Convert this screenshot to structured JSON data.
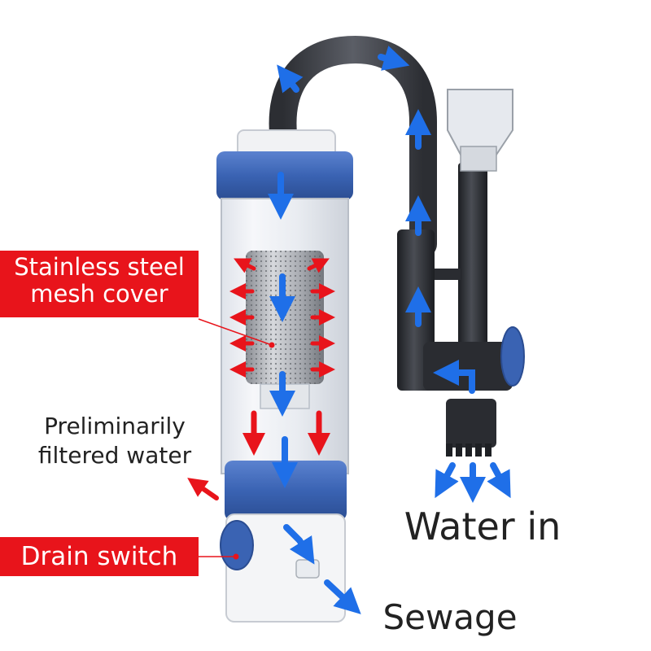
{
  "labels": {
    "mesh_cover": [
      "Stainless steel",
      "mesh cover"
    ],
    "preliminary": [
      "Preliminarily",
      "filtered water"
    ],
    "drain_switch": "Drain switch",
    "water_in": "Water in",
    "sewage": "Sewage"
  },
  "colors": {
    "label_bg": "#e8141b",
    "flow_blue": "#1f6fe8",
    "flow_red": "#e8141b",
    "ring_blue": "#3c66b8",
    "hose": "#3e4046",
    "pipe": "#26282c"
  },
  "icons": [
    "arrow-icon"
  ]
}
